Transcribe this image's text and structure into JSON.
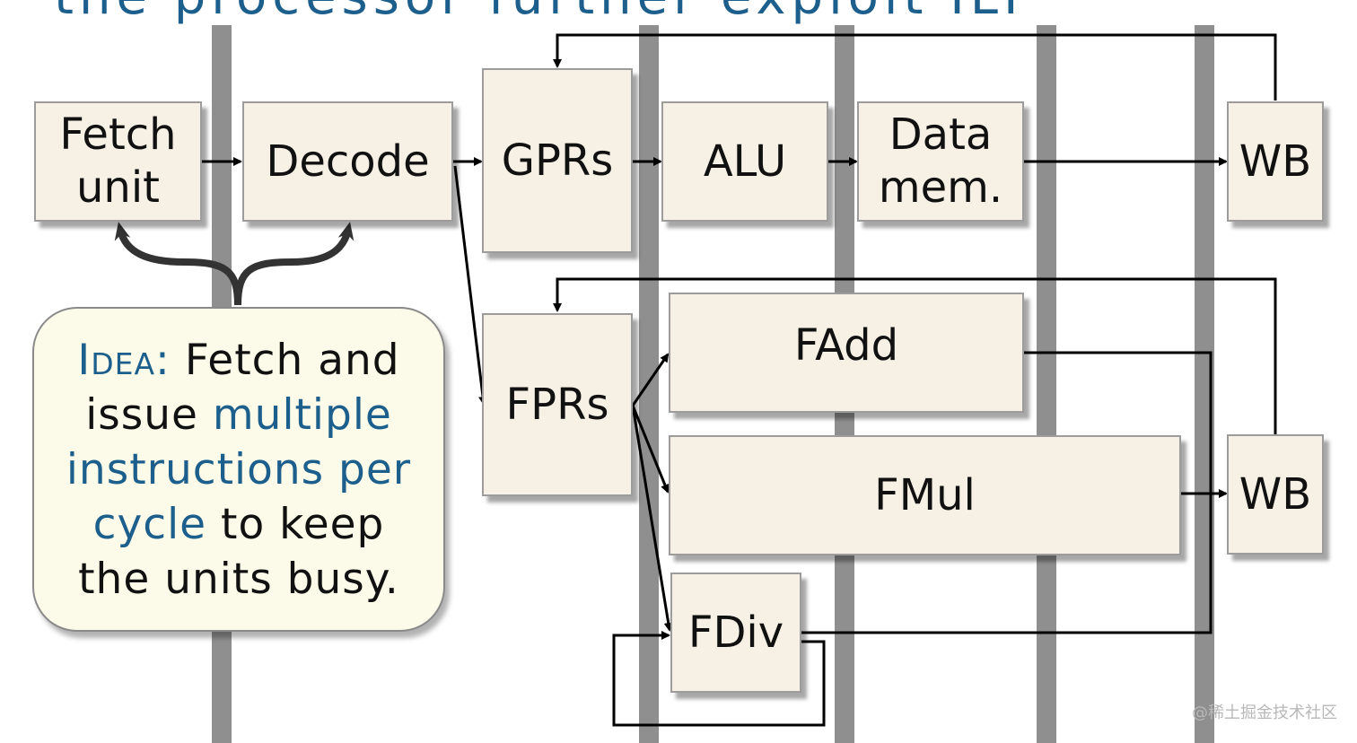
{
  "slide": {
    "title_fragment": "the processor further exploit ILP",
    "watermark": "@稀土掘金技术社区"
  },
  "diagram": {
    "fetch": {
      "line1": "Fetch",
      "line2": "unit"
    },
    "decode": "Decode",
    "gprs": "GPRs",
    "alu": "ALU",
    "datamem": {
      "line1": "Data",
      "line2": "mem."
    },
    "wb_top": "WB",
    "fprs": "FPRs",
    "fadd": "FAdd",
    "fmul": "FMul",
    "fdiv": "FDiv",
    "wb_bottom": "WB"
  },
  "callout": {
    "idea": "Idea:",
    "t1": " Fetch and",
    "t2": "issue ",
    "t3": "multiple",
    "t4": "instructions per",
    "t5": "cycle",
    "t6": " to keep",
    "t7": "the units busy."
  },
  "colors": {
    "box_fill": "#f6f1e4",
    "pipeline_bar": "#8f8f8f",
    "accent_blue": "#1c5f8c",
    "callout_fill": "#fcfbe9"
  }
}
